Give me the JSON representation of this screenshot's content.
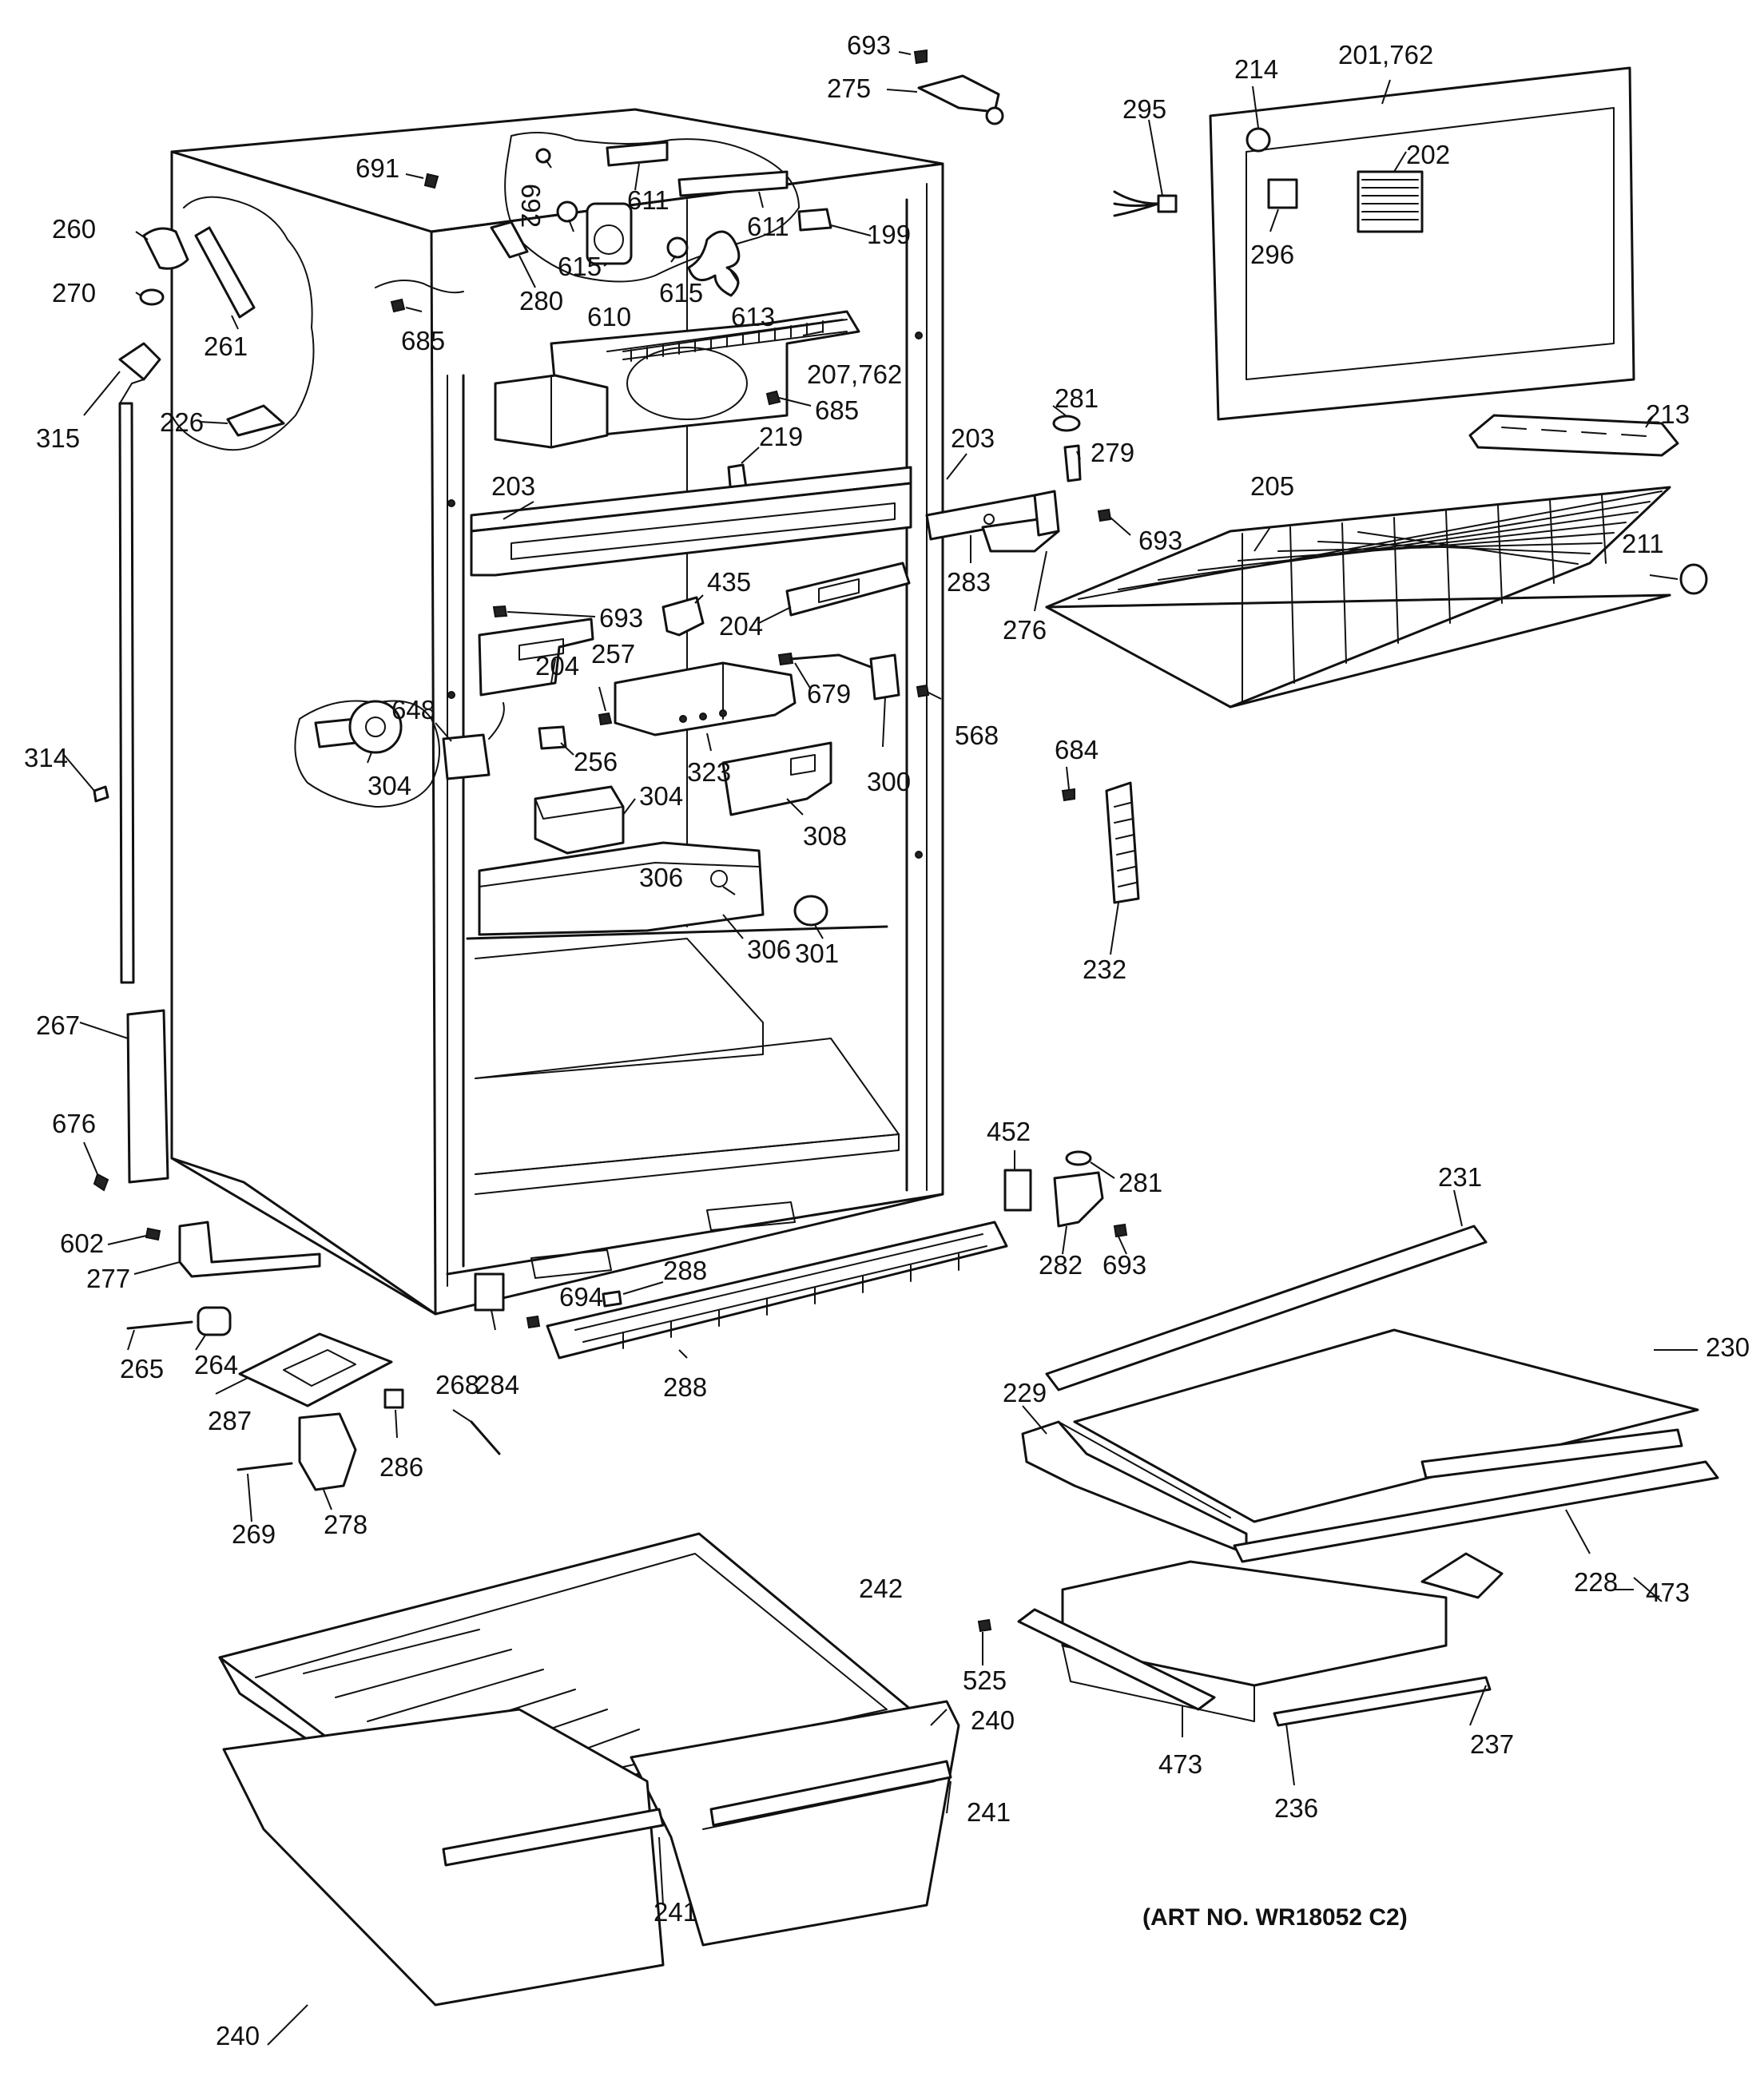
{
  "art_number": "(ART NO. WR18052 C2)",
  "callouts": [
    {
      "id": "c693a",
      "label": "693"
    },
    {
      "id": "c275",
      "label": "275"
    },
    {
      "id": "c214",
      "label": "214"
    },
    {
      "id": "c201",
      "label": "201,762"
    },
    {
      "id": "c295",
      "label": "295"
    },
    {
      "id": "c202",
      "label": "202"
    },
    {
      "id": "c296",
      "label": "296"
    },
    {
      "id": "c213",
      "label": "213"
    },
    {
      "id": "c691",
      "label": "691"
    },
    {
      "id": "c692",
      "label": "692"
    },
    {
      "id": "c611a",
      "label": "611"
    },
    {
      "id": "c611b",
      "label": "611"
    },
    {
      "id": "c199",
      "label": "199"
    },
    {
      "id": "c615a",
      "label": "615"
    },
    {
      "id": "c615b",
      "label": "615"
    },
    {
      "id": "c610",
      "label": "610"
    },
    {
      "id": "c613",
      "label": "613"
    },
    {
      "id": "c280",
      "label": "280"
    },
    {
      "id": "c685a",
      "label": "685"
    },
    {
      "id": "c207",
      "label": "207,762"
    },
    {
      "id": "c685b",
      "label": "685"
    },
    {
      "id": "c260",
      "label": "260"
    },
    {
      "id": "c270",
      "label": "270"
    },
    {
      "id": "c261",
      "label": "261"
    },
    {
      "id": "c315",
      "label": "315"
    },
    {
      "id": "c226",
      "label": "226"
    },
    {
      "id": "c219",
      "label": "219"
    },
    {
      "id": "c203a",
      "label": "203"
    },
    {
      "id": "c203b",
      "label": "203"
    },
    {
      "id": "c281a",
      "label": "281"
    },
    {
      "id": "c279",
      "label": "279"
    },
    {
      "id": "c205",
      "label": "205"
    },
    {
      "id": "c693b",
      "label": "693"
    },
    {
      "id": "c211",
      "label": "211"
    },
    {
      "id": "c283",
      "label": "283"
    },
    {
      "id": "c276",
      "label": "276"
    },
    {
      "id": "c435",
      "label": "435"
    },
    {
      "id": "c693c",
      "label": "693"
    },
    {
      "id": "c204a",
      "label": "204"
    },
    {
      "id": "c204b",
      "label": "204"
    },
    {
      "id": "c257",
      "label": "257"
    },
    {
      "id": "c679",
      "label": "679"
    },
    {
      "id": "c568",
      "label": "568"
    },
    {
      "id": "c648",
      "label": "648"
    },
    {
      "id": "c256",
      "label": "256"
    },
    {
      "id": "c323",
      "label": "323"
    },
    {
      "id": "c300",
      "label": "300"
    },
    {
      "id": "c684",
      "label": "684"
    },
    {
      "id": "c314",
      "label": "314"
    },
    {
      "id": "c304a",
      "label": "304"
    },
    {
      "id": "c304b",
      "label": "304"
    },
    {
      "id": "c308",
      "label": "308"
    },
    {
      "id": "c306a",
      "label": "306"
    },
    {
      "id": "c306b",
      "label": "306"
    },
    {
      "id": "c301",
      "label": "301"
    },
    {
      "id": "c232",
      "label": "232"
    },
    {
      "id": "c267",
      "label": "267"
    },
    {
      "id": "c676",
      "label": "676"
    },
    {
      "id": "c452",
      "label": "452"
    },
    {
      "id": "c281b",
      "label": "281"
    },
    {
      "id": "c231",
      "label": "231"
    },
    {
      "id": "c602",
      "label": "602"
    },
    {
      "id": "c277",
      "label": "277"
    },
    {
      "id": "c282",
      "label": "282"
    },
    {
      "id": "c693d",
      "label": "693"
    },
    {
      "id": "c694",
      "label": "694"
    },
    {
      "id": "c288a",
      "label": "288"
    },
    {
      "id": "c230",
      "label": "230"
    },
    {
      "id": "c229",
      "label": "229"
    },
    {
      "id": "c265",
      "label": "265"
    },
    {
      "id": "c264",
      "label": "264"
    },
    {
      "id": "c287",
      "label": "287"
    },
    {
      "id": "c268",
      "label": "268"
    },
    {
      "id": "c284",
      "label": "284"
    },
    {
      "id": "c288b",
      "label": "288"
    },
    {
      "id": "c286",
      "label": "286"
    },
    {
      "id": "c269",
      "label": "269"
    },
    {
      "id": "c278",
      "label": "278"
    },
    {
      "id": "c228",
      "label": "228"
    },
    {
      "id": "c242",
      "label": "242"
    },
    {
      "id": "c473a",
      "label": "473"
    },
    {
      "id": "c525",
      "label": "525"
    },
    {
      "id": "c237",
      "label": "237"
    },
    {
      "id": "c473b",
      "label": "473"
    },
    {
      "id": "c236",
      "label": "236"
    },
    {
      "id": "c240a",
      "label": "240"
    },
    {
      "id": "c241a",
      "label": "241"
    },
    {
      "id": "c241b",
      "label": "241"
    },
    {
      "id": "c240b",
      "label": "240"
    }
  ]
}
